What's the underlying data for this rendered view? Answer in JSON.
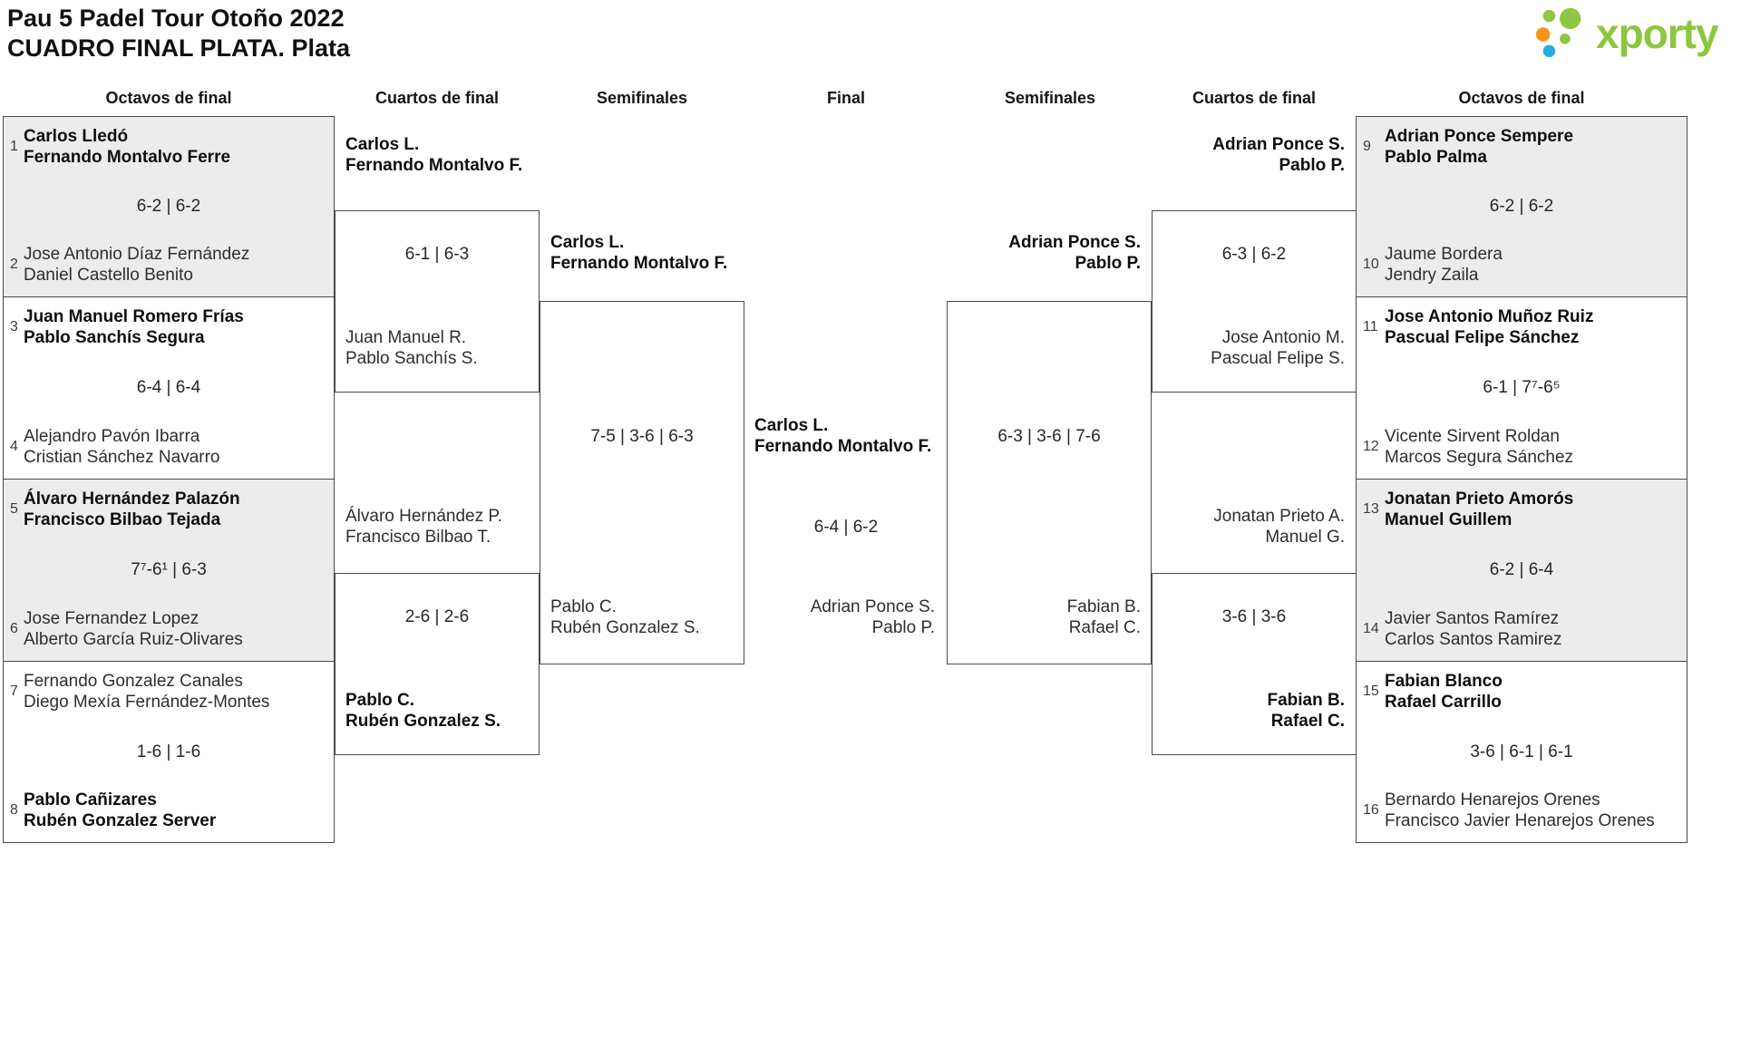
{
  "title": {
    "line1": "Pau 5 Padel Tour Otoño 2022",
    "line2": "CUADRO FINAL PLATA. Plata"
  },
  "logo": {
    "text": "xporty",
    "green": "#8dc63f",
    "orange": "#f7941d",
    "blue": "#29abe2"
  },
  "round_headers": [
    "Octavos de final",
    "Cuartos de final",
    "Semifinales",
    "Final",
    "Semifinales",
    "Cuartos de final",
    "Octavos de final"
  ],
  "r16_left": [
    {
      "seed_top": "1",
      "top": [
        "Carlos Lledó",
        "Fernando Montalvo Ferre"
      ],
      "top_winner": true,
      "score": "6-2 | 6-2",
      "seed_bottom": "2",
      "bottom": [
        "Jose Antonio Díaz Fernández",
        "Daniel Castello Benito"
      ],
      "bottom_winner": false
    },
    {
      "seed_top": "3",
      "top": [
        "Juan Manuel Romero Frías",
        "Pablo Sanchís Segura"
      ],
      "top_winner": true,
      "score": "6-4 | 6-4",
      "seed_bottom": "4",
      "bottom": [
        "Alejandro Pavón Ibarra",
        "Cristian Sánchez Navarro"
      ],
      "bottom_winner": false
    },
    {
      "seed_top": "5",
      "top": [
        "Álvaro Hernández Palazón",
        "Francisco Bilbao Tejada"
      ],
      "top_winner": true,
      "score": "7⁷-6¹ | 6-3",
      "seed_bottom": "6",
      "bottom": [
        "Jose Fernandez Lopez",
        "Alberto García Ruiz-Olivares"
      ],
      "bottom_winner": false
    },
    {
      "seed_top": "7",
      "top": [
        "Fernando Gonzalez Canales",
        "Diego Mexía Fernández-Montes"
      ],
      "top_winner": false,
      "score": "1-6 | 1-6",
      "seed_bottom": "8",
      "bottom": [
        "Pablo Cañizares",
        "Rubén Gonzalez Server"
      ],
      "bottom_winner": true
    }
  ],
  "r16_right": [
    {
      "seed_top": "9",
      "top": [
        "Adrian Ponce Sempere",
        "Pablo Palma"
      ],
      "top_winner": true,
      "score": "6-2 | 6-2",
      "seed_bottom": "10",
      "bottom": [
        "Jaume Bordera",
        "Jendry Zaila"
      ],
      "bottom_winner": false
    },
    {
      "seed_top": "11",
      "top": [
        "Jose Antonio Muñoz Ruiz",
        "Pascual Felipe Sánchez"
      ],
      "top_winner": true,
      "score": "6-1 | 7⁷-6⁵",
      "seed_bottom": "12",
      "bottom": [
        "Vicente Sirvent Roldan",
        "Marcos Segura Sánchez"
      ],
      "bottom_winner": false
    },
    {
      "seed_top": "13",
      "top": [
        "Jonatan Prieto Amorós",
        "Manuel Guillem"
      ],
      "top_winner": true,
      "score": "6-2 | 6-4",
      "seed_bottom": "14",
      "bottom": [
        "Javier Santos Ramírez",
        "Carlos Santos Ramirez"
      ],
      "bottom_winner": false
    },
    {
      "seed_top": "15",
      "top": [
        "Fabian Blanco",
        "Rafael Carrillo"
      ],
      "top_winner": true,
      "score": "3-6 | 6-1 | 6-1",
      "seed_bottom": "16",
      "bottom": [
        "Bernardo Henarejos Orenes",
        "Francisco Javier Henarejos Orenes"
      ],
      "bottom_winner": false
    }
  ],
  "qf_left": [
    {
      "top": [
        "Carlos L.",
        "Fernando Montalvo F."
      ],
      "top_winner": true,
      "score": "6-1 | 6-3",
      "bottom": [
        "Juan Manuel R.",
        "Pablo Sanchís S."
      ],
      "bottom_winner": false
    },
    {
      "top": [
        "Álvaro Hernández P.",
        "Francisco Bilbao T."
      ],
      "top_winner": false,
      "score": "2-6 | 2-6",
      "bottom": [
        "Pablo C.",
        "Rubén Gonzalez S."
      ],
      "bottom_winner": true
    }
  ],
  "qf_right": [
    {
      "top": [
        "Adrian Ponce S.",
        "Pablo P."
      ],
      "top_winner": true,
      "score": "6-3 | 6-2",
      "bottom": [
        "Jose Antonio M.",
        "Pascual Felipe S."
      ],
      "bottom_winner": false
    },
    {
      "top": [
        "Jonatan Prieto A.",
        "Manuel G."
      ],
      "top_winner": false,
      "score": "3-6 | 3-6",
      "bottom": [
        "Fabian B.",
        "Rafael C."
      ],
      "bottom_winner": true
    }
  ],
  "sf_left": {
    "top": [
      "Carlos L.",
      "Fernando Montalvo F."
    ],
    "top_winner": true,
    "score": "7-5 | 3-6 | 6-3",
    "bottom": [
      "Pablo C.",
      "Rubén Gonzalez S."
    ],
    "bottom_winner": false
  },
  "sf_right": {
    "top": [
      "Adrian Ponce S.",
      "Pablo P."
    ],
    "top_winner": true,
    "score": "6-3 | 3-6 | 7-6",
    "bottom": [
      "Fabian B.",
      "Rafael C."
    ],
    "bottom_winner": false
  },
  "final": {
    "top": [
      "Carlos L.",
      "Fernando Montalvo F."
    ],
    "top_winner": true,
    "score": "6-4 | 6-2",
    "bottom": [
      "Adrian Ponce S.",
      "Pablo P."
    ],
    "bottom_winner": false
  }
}
